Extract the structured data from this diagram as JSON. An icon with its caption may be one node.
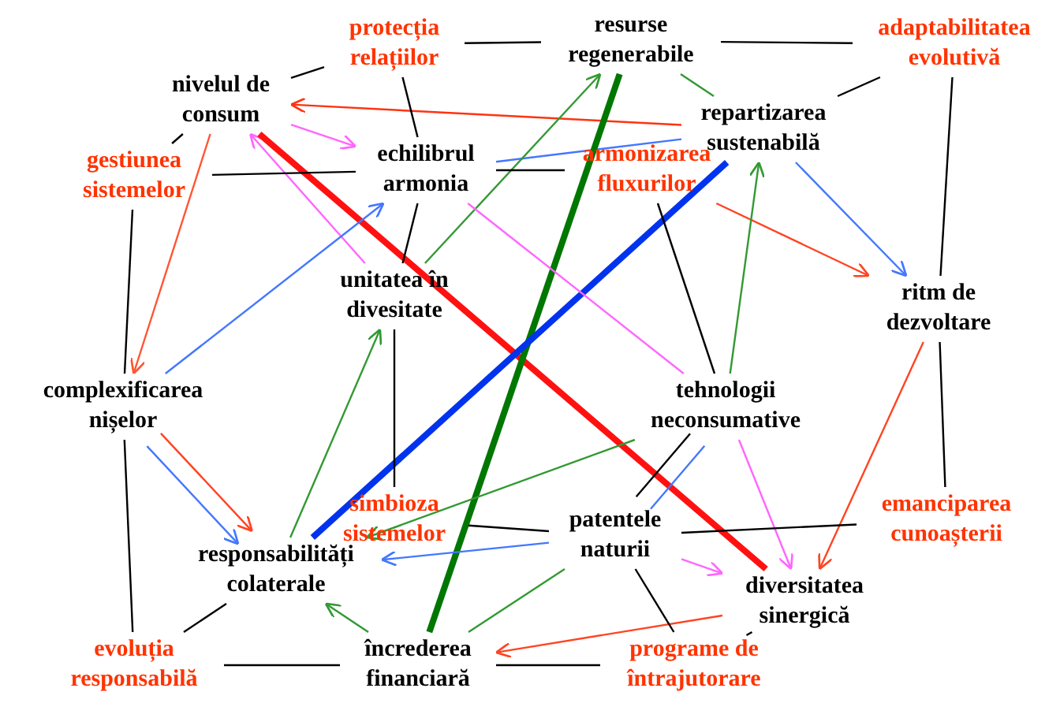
{
  "diagram": {
    "nodes": [
      {
        "text": [
          "nivelul de consum"
        ]
      },
      {
        "text": [
          "protecția relațiilor"
        ]
      },
      {
        "text": [
          "resurse regenerabile"
        ]
      },
      {
        "text": [
          "adaptabilitatea evolutivă"
        ]
      },
      {
        "text": [
          "repartizarea sustenabilă"
        ]
      },
      {
        "text": [
          "gestiunea sistemelor"
        ]
      },
      {
        "text": [
          "echilibrul armonia"
        ]
      },
      {
        "text": [
          "armonizarea fluxurilor"
        ]
      },
      {
        "text": [
          "unitatea în divesitate"
        ]
      },
      {
        "text": [
          "ritm de dezvoltare"
        ]
      },
      {
        "text": [
          "complexificarea nișelor"
        ]
      },
      {
        "text": [
          "tehnologii neconsumative"
        ]
      },
      {
        "text": [
          "simbioza sistemelor"
        ]
      },
      {
        "text": [
          "emanciparea cunoașterii"
        ]
      },
      {
        "text": [
          "patentele naturii"
        ]
      },
      {
        "text": [
          "responsabilități colaterale"
        ]
      },
      {
        "text": [
          "diversitatea sinergică"
        ]
      },
      {
        "text": [
          "evoluția responsabilă"
        ]
      },
      {
        "text": [
          "încrederea financiară"
        ]
      },
      {
        "text": [
          "programe de întrajutorare"
        ]
      }
    ],
    "edges": [
      {
        "from": 4,
        "to": 0,
        "arrow": "to",
        "color": "#ff3311"
      },
      {
        "from": 0,
        "to": 10,
        "arrow": "to",
        "color": "#ff5533"
      },
      {
        "from": 0,
        "to": 6,
        "arrow": "to",
        "color": "#ff66ff"
      },
      {
        "from": 8,
        "to": 0,
        "arrow": "to",
        "color": "#ff66ff"
      },
      {
        "from": 0,
        "to": 16,
        "arrow": "none",
        "style": "thick",
        "color": "#ff1111"
      },
      {
        "from": 10,
        "to": 6,
        "arrow": "to",
        "color": "#4477ff"
      },
      {
        "from": 6,
        "to": 4,
        "arrow": "none",
        "color": "#4477ff"
      },
      {
        "from": 8,
        "to": 2,
        "arrow": "to",
        "color": "#339933"
      },
      {
        "from": 2,
        "to": 18,
        "arrow": "none",
        "style": "thick",
        "color": "#007700"
      },
      {
        "from": 4,
        "to": 15,
        "arrow": "none",
        "style": "thick",
        "color": "#0033ee"
      },
      {
        "from": 7,
        "to": 9,
        "arrow": "to",
        "color": "#ff4422"
      },
      {
        "from": 4,
        "to": 9,
        "arrow": "to",
        "color": "#4477ff"
      },
      {
        "from": 11,
        "to": 4,
        "arrow": "to",
        "color": "#339933"
      },
      {
        "from": 15,
        "to": 8,
        "arrow": "to",
        "color": "#339933"
      },
      {
        "from": 6,
        "to": 11,
        "arrow": "none",
        "color": "#ff66ff"
      },
      {
        "from": 11,
        "to": 16,
        "arrow": "to",
        "color": "#ff66ff"
      },
      {
        "from": 14,
        "to": 16,
        "arrow": "to",
        "color": "#ff66ff"
      },
      {
        "from": 9,
        "to": 16,
        "arrow": "to",
        "color": "#ff4422"
      },
      {
        "from": 11,
        "to": 14,
        "arrow": "none",
        "color": "#4477ff"
      },
      {
        "from": 11,
        "to": 15,
        "arrow": "to",
        "color": "#339933"
      },
      {
        "from": 14,
        "to": 15,
        "arrow": "to",
        "color": "#4477ff"
      },
      {
        "from": 14,
        "to": 18,
        "arrow": "none",
        "color": "#339933"
      },
      {
        "from": 18,
        "to": 15,
        "arrow": "to",
        "color": "#339933"
      },
      {
        "from": 10,
        "to": 15,
        "arrow": "to",
        "color": "#ff4422"
      },
      {
        "from": 10,
        "to": 15,
        "arrow": "to",
        "color": "#4477ff"
      },
      {
        "from": 16,
        "to": 18,
        "arrow": "to",
        "color": "#ff4422"
      },
      {
        "from": 1,
        "to": 2,
        "arrow": "none"
      },
      {
        "from": 2,
        "to": 3,
        "arrow": "none"
      },
      {
        "from": 3,
        "to": 9,
        "arrow": "none"
      },
      {
        "from": 9,
        "to": 13,
        "arrow": "none"
      },
      {
        "from": 5,
        "to": 6,
        "arrow": "none"
      },
      {
        "from": 6,
        "to": 7,
        "arrow": "none"
      },
      {
        "from": 1,
        "to": 6,
        "arrow": "none"
      },
      {
        "from": 6,
        "to": 8,
        "arrow": "none"
      },
      {
        "from": 8,
        "to": 12,
        "arrow": "none"
      },
      {
        "from": 5,
        "to": 10,
        "arrow": "none"
      },
      {
        "from": 10,
        "to": 17,
        "arrow": "none"
      },
      {
        "from": 17,
        "to": 18,
        "arrow": "none"
      },
      {
        "from": 18,
        "to": 19,
        "arrow": "none"
      },
      {
        "from": 19,
        "to": 14,
        "arrow": "none"
      },
      {
        "from": 14,
        "to": 11,
        "arrow": "none"
      },
      {
        "from": 11,
        "to": 7,
        "arrow": "none"
      },
      {
        "from": 12,
        "to": 14,
        "arrow": "none"
      },
      {
        "from": 14,
        "to": 13,
        "arrow": "none"
      },
      {
        "from": 0,
        "to": 1,
        "arrow": "none"
      },
      {
        "from": 0,
        "to": 5,
        "arrow": "none"
      },
      {
        "from": 4,
        "to": 3,
        "arrow": "none"
      },
      {
        "from": 15,
        "to": 17,
        "arrow": "none"
      },
      {
        "from": 16,
        "to": 19,
        "arrow": "none"
      },
      {
        "from": 2,
        "to": 4,
        "arrow": "none",
        "color": "#339933"
      }
    ]
  }
}
